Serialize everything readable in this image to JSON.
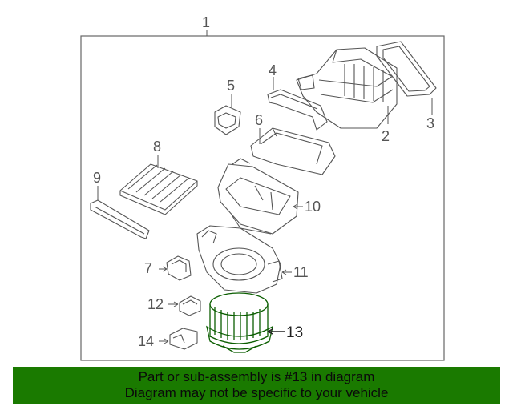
{
  "callouts": {
    "c1": "1",
    "c2": "2",
    "c3": "3",
    "c4": "4",
    "c5": "5",
    "c6": "6",
    "c7": "7",
    "c8": "8",
    "c9": "9",
    "c10": "10",
    "c11": "11",
    "c12": "12",
    "c13": "13",
    "c14": "14"
  },
  "highlight_color": "#0b5e00",
  "banner": {
    "line1": "Part or sub-assembly is #13 in diagram",
    "line2": "Diagram may not be specific to your vehicle",
    "color": "#1a7a00"
  }
}
